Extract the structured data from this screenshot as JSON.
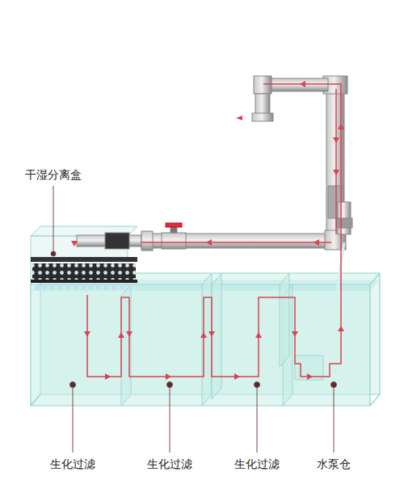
{
  "diagram": {
    "labels": [
      "干湿分离盒",
      "生化过滤",
      "生化过滤",
      "生化过滤",
      "水泵仓"
    ]
  }
}
